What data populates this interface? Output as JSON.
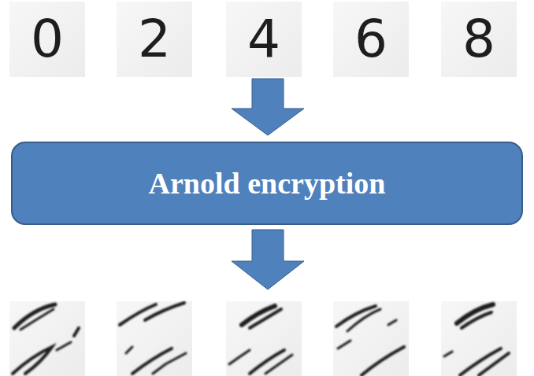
{
  "diagram": {
    "nodes": [
      {
        "text": [
          "Arnold encryption"
        ]
      }
    ],
    "labels": [
      "0",
      "2",
      "4",
      "6",
      "8"
    ]
  }
}
